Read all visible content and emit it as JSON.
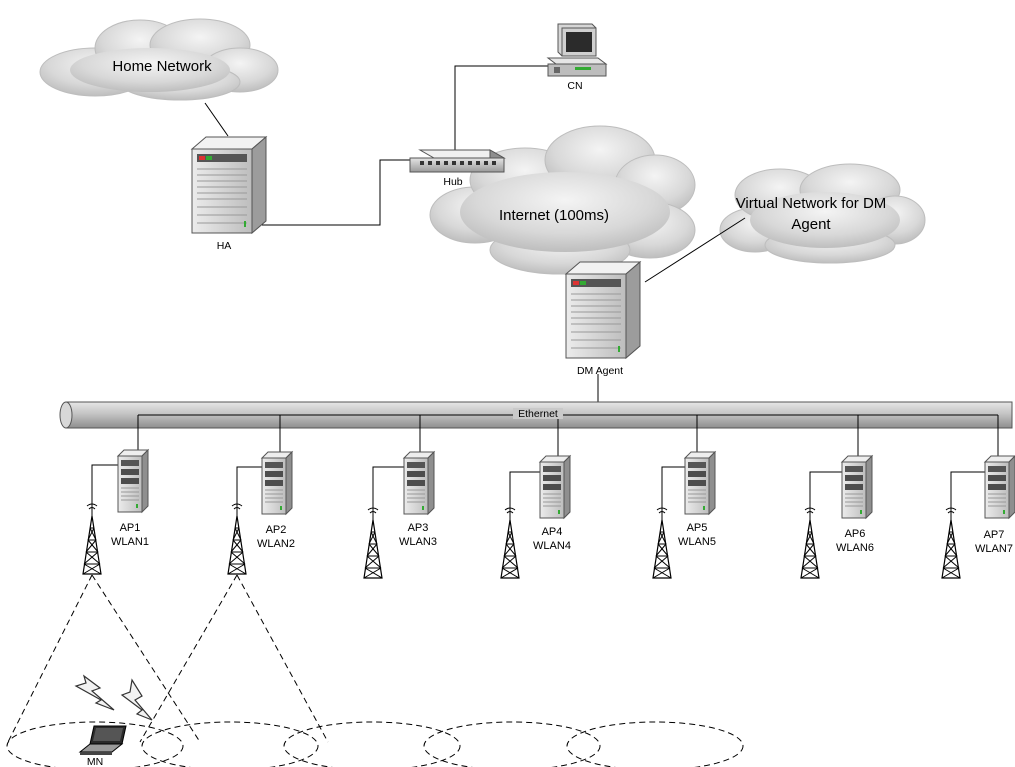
{
  "clouds": {
    "home": "Home Network",
    "internet": "Internet (100ms)",
    "virtual_line1": "Virtual Network for DM",
    "virtual_line2": "Agent"
  },
  "nodes": {
    "ha": "HA",
    "cn": "CN",
    "hub": "Hub",
    "dm_agent": "DM Agent",
    "mn": "MN"
  },
  "bus": {
    "label": "Ethernet"
  },
  "access_points": [
    {
      "ap": "AP1",
      "wlan": "WLAN1"
    },
    {
      "ap": "AP2",
      "wlan": "WLAN2"
    },
    {
      "ap": "AP3",
      "wlan": "WLAN3"
    },
    {
      "ap": "AP4",
      "wlan": "WLAN4"
    },
    {
      "ap": "AP5",
      "wlan": "WLAN5"
    },
    {
      "ap": "AP6",
      "wlan": "WLAN6"
    },
    {
      "ap": "AP7",
      "wlan": "WLAN7"
    }
  ],
  "icons": [
    "cloud-icon",
    "server-tower-icon",
    "desktop-computer-icon",
    "network-hub-icon",
    "radio-tower-icon",
    "laptop-icon",
    "lightning-bolt-icon"
  ]
}
